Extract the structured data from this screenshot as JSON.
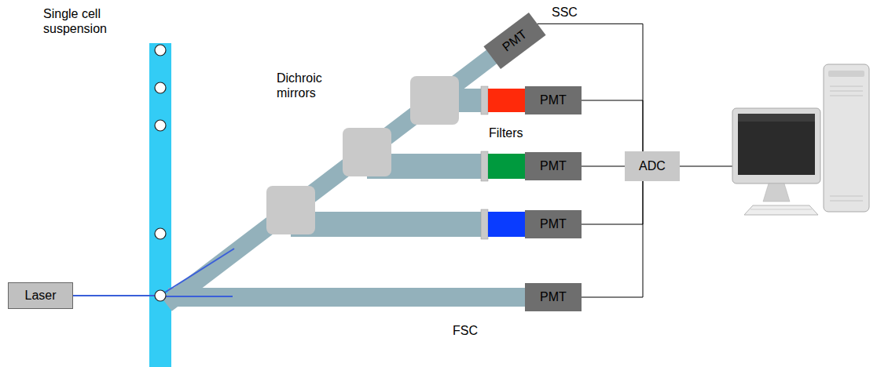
{
  "diagram": {
    "nodes": [
      {
        "text": [
          "PMT"
        ]
      },
      {
        "text": [
          "PMT"
        ]
      },
      {
        "text": [
          "PMT"
        ]
      },
      {
        "text": [
          "ADC"
        ]
      },
      {
        "text": [
          "PMT"
        ]
      },
      {
        "text": [
          "Laser"
        ]
      },
      {
        "text": [
          "PMT"
        ]
      }
    ],
    "edges": [
      {
        "from": 0,
        "to": 3,
        "arrow": "none"
      },
      {
        "from": 1,
        "to": 3,
        "arrow": "none"
      },
      {
        "from": 2,
        "to": 3,
        "arrow": "none"
      },
      {
        "from": 4,
        "to": 3,
        "arrow": "none"
      },
      {
        "from": 6,
        "to": 3,
        "arrow": "none"
      }
    ],
    "labels": [
      "Single cell suspension",
      "Dichroic mirrors",
      "Filters",
      "SSC",
      "FSC"
    ]
  }
}
